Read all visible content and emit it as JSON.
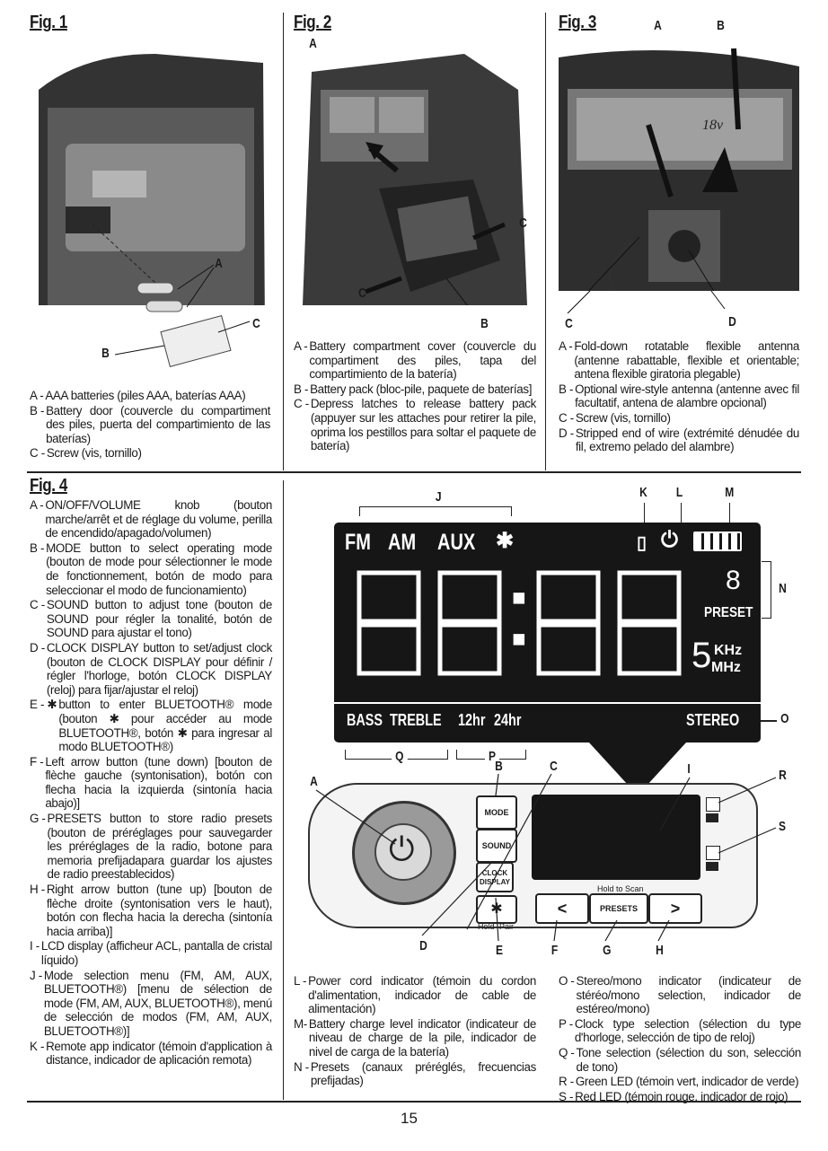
{
  "page_number": "15",
  "fig1": {
    "title": "Fig. 1",
    "callouts": [
      "A",
      "B",
      "C"
    ],
    "items": [
      {
        "key": "A -",
        "text": "AAA batteries (piles AAA, baterías AAA)"
      },
      {
        "key": "B -",
        "text": "Battery door (couvercle du compartiment des piles, puerta del compartimiento de las baterías)"
      },
      {
        "key": "C -",
        "text": "Screw (vis, tornillo)"
      }
    ]
  },
  "fig2": {
    "title": "Fig. 2",
    "callouts": [
      "A",
      "B",
      "C",
      "C"
    ],
    "items": [
      {
        "key": "A -",
        "text": "Battery compartment cover (couvercle du compartiment des piles, tapa del compartimiento de la batería)"
      },
      {
        "key": "B -",
        "text": "Battery pack (bloc-pile, paquete de baterías]"
      },
      {
        "key": "C -",
        "text": "Depress latches to release battery pack (appuyer sur les attaches pour retirer la pile, oprima los pestillos para soltar el paquete de batería)"
      }
    ]
  },
  "fig3": {
    "title": "Fig. 3",
    "callouts": [
      "A",
      "B",
      "C",
      "D"
    ],
    "items": [
      {
        "key": "A -",
        "text": "Fold-down rotatable flexible antenna (antenne rabattable, flexible et orientable; antena flexible giratoria plegable)"
      },
      {
        "key": "B -",
        "text": "Optional wire-style antenna (antenne avec fil facultatif, antena de alambre opcional)"
      },
      {
        "key": "C -",
        "text": "Screw (vis, tornillo)"
      },
      {
        "key": "D -",
        "text": "Stripped end of wire (extrémité dénudée du fil, extremo pelado del alambre)"
      }
    ]
  },
  "fig4": {
    "title": "Fig. 4",
    "items_left": [
      {
        "key": "A -",
        "text": "ON/OFF/VOLUME knob (bouton marche/arrêt et de réglage du volume, perilla de encendido/apagado/volumen)"
      },
      {
        "key": "B -",
        "text": "MODE button to select operating mode (bouton de mode pour sélectionner le mode de fonctionnement, botón de modo para seleccionar el modo de funcionamiento)"
      },
      {
        "key": "C -",
        "text": "SOUND button to adjust tone (bouton de SOUND pour régler la tonalité, botón de SOUND para ajustar el tono)"
      },
      {
        "key": "D -",
        "text": "CLOCK DISPLAY button to set/adjust clock (bouton de CLOCK DISPLAY pour définir / régler l'horloge, botón CLOCK DISPLAY (reloj) para fijar/ajustar el reloj)"
      },
      {
        "key": "E - ✱",
        "text": "button to enter BLUETOOTH® mode (bouton ✱ pour accéder au mode BLUETOOTH®, botón ✱ para ingresar al modo BLUETOOTH®)"
      },
      {
        "key": "F -",
        "text": "Left arrow button (tune down) [bouton de flèche gauche (syntonisation), botón con flecha hacia la izquierda (sintonía hacia abajo)]"
      },
      {
        "key": "G -",
        "text": "PRESETS button to store radio presets (bouton de préréglages pour sauvegarder les préréglages de la radio, botone para memoria prefijadapara guardar los ajustes de radio preestablecidos)"
      },
      {
        "key": "H -",
        "text": "Right arrow button (tune up) [bouton de flèche droite (syntonisation vers le haut), botón con flecha hacia la derecha (sintonía hacia arriba)]"
      },
      {
        "key": "I -",
        "text": "LCD display (afficheur ACL, pantalla de cristal líquido)"
      },
      {
        "key": "J -",
        "text": "Mode selection menu (FM, AM, AUX, BLUETOOTH®) [menu de sélection de mode (FM, AM, AUX, BLUETOOTH®), menú de selección de modos (FM, AM, AUX, BLUETOOTH®)]"
      },
      {
        "key": "K -",
        "text": "Remote app indicator (témoin d'application à distance, indicador de aplicación remota)"
      }
    ],
    "items_mid": [
      {
        "key": "L -",
        "text": "Power cord indicator (témoin du cordon d'alimentation, indicador de cable de alimentación)"
      },
      {
        "key": "M-",
        "text": "Battery charge level indicator (indicateur de niveau de charge de la pile, indicador de nivel de carga de la batería)"
      },
      {
        "key": "N -",
        "text": "Presets (canaux préréglés, frecuencias prefijadas)"
      }
    ],
    "items_right": [
      {
        "key": "O -",
        "text": "Stereo/mono indicator (indicateur de stéréo/mono selection, indicador de estéreo/mono)"
      },
      {
        "key": "P -",
        "text": "Clock type selection (sélection du type d'horloge, selección de tipo de reloj)"
      },
      {
        "key": "Q -",
        "text": "Tone selection (sélection du son, selección de tono)"
      },
      {
        "key": "R -",
        "text": "Green LED (témoin vert, indicador de verde)"
      },
      {
        "key": "S -",
        "text": "Red LED (témoin rouge, indicador de rojo)"
      }
    ],
    "lcd": {
      "modes": [
        "FM",
        "AM",
        "AUX",
        "✱"
      ],
      "preset_label": "PRESET",
      "units": [
        "KHz",
        "MHz"
      ],
      "bottom": [
        "BASS",
        "TREBLE",
        "12hr",
        "24hr"
      ],
      "stereo": "STEREO",
      "small_digit": "5"
    },
    "lcd_callouts": {
      "J": "J",
      "K": "K",
      "L": "L",
      "M": "M",
      "N": "N",
      "O": "O",
      "P": "P",
      "Q": "Q"
    },
    "panel_callouts": [
      "A",
      "B",
      "C",
      "D",
      "E",
      "F",
      "G",
      "H",
      "I",
      "R",
      "S"
    ],
    "panel_buttons": {
      "mode": "MODE",
      "sound": "SOUND",
      "clock": "CLOCK DISPLAY",
      "hold": "Hold",
      "pair": "Pair",
      "presets": "PRESETS",
      "hold_to_scan": "Hold to Scan"
    }
  }
}
